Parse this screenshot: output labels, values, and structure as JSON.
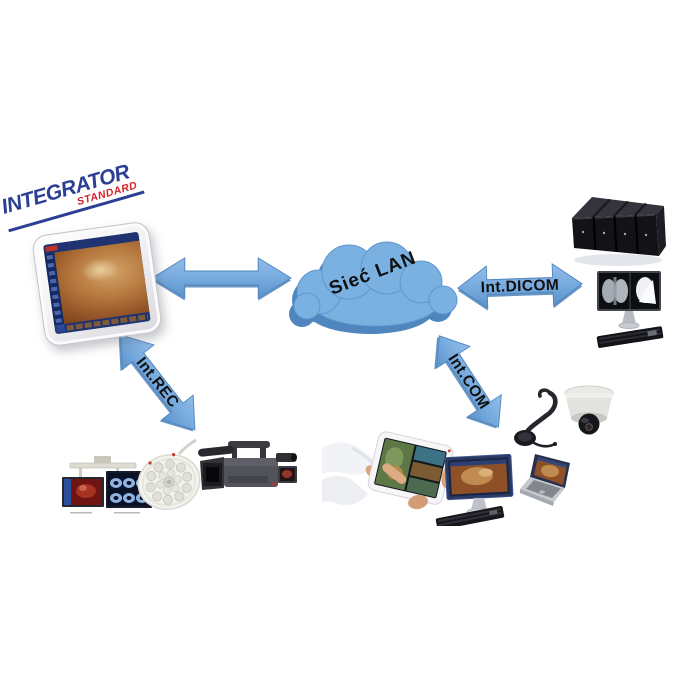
{
  "logo": {
    "title": "INTEGRATOR",
    "subtitle": "STANDARD"
  },
  "cloud": {
    "label": "Sieć LAN"
  },
  "links": {
    "dicom": {
      "label": "Int.DICOM"
    },
    "rec": {
      "label": "Int.REC"
    },
    "com": {
      "label": "Int.COM"
    }
  },
  "colors": {
    "arrow": "#74a9dd",
    "cloud": "#7ab1e1",
    "cloud_side": "#4e86bd",
    "logo_blue": "#2b3f94",
    "logo_red": "#d3222a",
    "label_text": "#101010"
  },
  "devices": [
    "integrator-touch-station",
    "lan-cloud",
    "server-rack",
    "xray-workstation",
    "or-monitors",
    "surgical-lamp",
    "video-camcorder",
    "tablet-in-hands",
    "desktop-workstation",
    "laptop",
    "wireless-headset",
    "ptz-dome-camera"
  ]
}
